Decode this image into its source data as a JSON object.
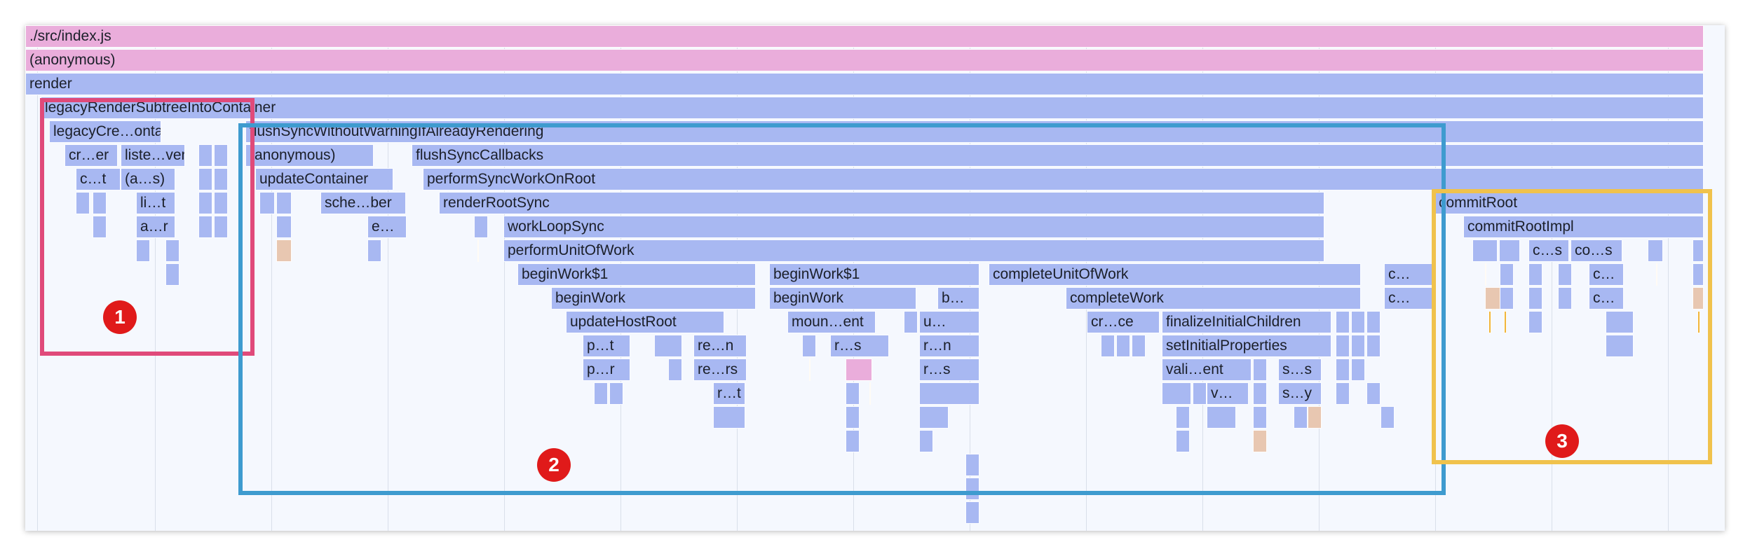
{
  "flamegraph": {
    "rows": [
      [
        {
          "label": "./src/index.js",
          "c": "pink"
        }
      ],
      [
        {
          "label": "(anonymous)",
          "c": "pink"
        }
      ],
      [
        {
          "label": "render",
          "c": "blue"
        }
      ],
      [
        {
          "label": "legacyRenderSubtreeIntoContainer",
          "c": "blue"
        }
      ],
      [
        {
          "label": "legacyCre…ontainer",
          "c": "blue"
        },
        {
          "label": "flushSyncWithoutWarningIfAlreadyRendering",
          "c": "blue"
        }
      ],
      [
        {
          "label": "cr…er",
          "c": "blue"
        },
        {
          "label": "liste…vents",
          "c": "blue"
        },
        {
          "label": "",
          "c": "blue"
        },
        {
          "label": "",
          "c": "blue"
        },
        {
          "label": "(anonymous)",
          "c": "blue"
        },
        {
          "label": "flushSyncCallbacks",
          "c": "blue"
        }
      ],
      [
        {
          "label": "c…t",
          "c": "blue"
        },
        {
          "label": "(a…s)",
          "c": "blue"
        },
        {
          "label": "",
          "c": "blue"
        },
        {
          "label": "",
          "c": "blue"
        },
        {
          "label": "updateContainer",
          "c": "blue"
        },
        {
          "label": "performSyncWorkOnRoot",
          "c": "blue"
        }
      ],
      [
        {
          "label": "",
          "c": "blue"
        },
        {
          "label": "",
          "c": "blue"
        },
        {
          "label": "li…t",
          "c": "blue"
        },
        {
          "label": "",
          "c": "blue"
        },
        {
          "label": "",
          "c": "blue"
        },
        {
          "label": "",
          "c": "blue"
        },
        {
          "label": "",
          "c": "blue"
        },
        {
          "label": "sche…ber",
          "c": "blue"
        },
        {
          "label": "renderRootSync",
          "c": "blue"
        },
        {
          "label": "commitRoot",
          "c": "blue"
        }
      ],
      [
        {
          "label": "",
          "c": "blue"
        },
        {
          "label": "a…r",
          "c": "blue"
        },
        {
          "label": "",
          "c": "blue"
        },
        {
          "label": "",
          "c": "blue"
        },
        {
          "label": "",
          "c": "blue"
        },
        {
          "label": "e…",
          "c": "blue"
        },
        {
          "label": "",
          "c": "blue"
        },
        {
          "label": "workLoopSync",
          "c": "blue"
        },
        {
          "label": "commitRootImpl",
          "c": "blue"
        }
      ],
      [
        {
          "label": "",
          "c": "blue"
        },
        {
          "label": "",
          "c": "blue"
        },
        {
          "label": "",
          "c": "tan"
        },
        {
          "label": "",
          "c": "blue"
        },
        {
          "label": "",
          "c": "gold"
        },
        {
          "label": "performUnitOfWork",
          "c": "blue"
        },
        {
          "label": "",
          "c": "blue"
        },
        {
          "label": "",
          "c": "blue"
        },
        {
          "label": "c…s",
          "c": "blue"
        },
        {
          "label": "co…s",
          "c": "blue"
        },
        {
          "label": "",
          "c": "blue"
        },
        {
          "label": "",
          "c": "blue"
        }
      ],
      [
        {
          "label": "",
          "c": "blue"
        },
        {
          "label": "beginWork$1",
          "c": "blue"
        },
        {
          "label": "beginWork$1",
          "c": "blue"
        },
        {
          "label": "completeUnitOfWork",
          "c": "blue"
        },
        {
          "label": "c…",
          "c": "blue"
        },
        {
          "label": "",
          "c": "gold"
        },
        {
          "label": "",
          "c": "blue"
        },
        {
          "label": "",
          "c": "blue"
        },
        {
          "label": "",
          "c": "blue"
        },
        {
          "label": "c…",
          "c": "blue"
        },
        {
          "label": "",
          "c": "gold"
        },
        {
          "label": "",
          "c": "blue"
        }
      ],
      [
        {
          "label": "beginWork",
          "c": "blue"
        },
        {
          "label": "beginWork",
          "c": "blue"
        },
        {
          "label": "b…",
          "c": "blue"
        },
        {
          "label": "completeWork",
          "c": "blue"
        },
        {
          "label": "c…",
          "c": "blue"
        },
        {
          "label": "",
          "c": "tan"
        },
        {
          "label": "",
          "c": "blue"
        },
        {
          "label": "",
          "c": "blue"
        },
        {
          "label": "",
          "c": "blue"
        },
        {
          "label": "c…",
          "c": "blue"
        },
        {
          "label": "",
          "c": "tan"
        }
      ],
      [
        {
          "label": "updateHostRoot",
          "c": "blue"
        },
        {
          "label": "moun…ent",
          "c": "blue"
        },
        {
          "label": "",
          "c": "blue"
        },
        {
          "label": "u…",
          "c": "blue"
        },
        {
          "label": "cr…ce",
          "c": "blue"
        },
        {
          "label": "finalizeInitialChildren",
          "c": "blue"
        },
        {
          "label": "",
          "c": "blue"
        },
        {
          "label": "",
          "c": "blue"
        },
        {
          "label": "",
          "c": "blue"
        },
        {
          "label": "",
          "c": "gold"
        },
        {
          "label": "",
          "c": "gold"
        },
        {
          "label": "",
          "c": "blue"
        },
        {
          "label": "",
          "c": "blue"
        },
        {
          "label": "",
          "c": "gold"
        }
      ],
      [
        {
          "label": "p…t",
          "c": "blue"
        },
        {
          "label": "",
          "c": "blue"
        },
        {
          "label": "re…n",
          "c": "blue"
        },
        {
          "label": "",
          "c": "blue"
        },
        {
          "label": "r…s",
          "c": "blue"
        },
        {
          "label": "r…n",
          "c": "blue"
        },
        {
          "label": "",
          "c": "blue"
        },
        {
          "label": "",
          "c": "blue"
        },
        {
          "label": "",
          "c": "blue"
        },
        {
          "label": "setInitialProperties",
          "c": "blue"
        },
        {
          "label": "",
          "c": "blue"
        },
        {
          "label": "",
          "c": "blue"
        },
        {
          "label": "",
          "c": "blue"
        },
        {
          "label": "",
          "c": "blue"
        }
      ],
      [
        {
          "label": "p…r",
          "c": "blue"
        },
        {
          "label": "",
          "c": "blue"
        },
        {
          "label": "re…rs",
          "c": "blue"
        },
        {
          "label": "",
          "c": "gold"
        },
        {
          "label": "",
          "c": "pink"
        },
        {
          "label": "r…s",
          "c": "blue"
        },
        {
          "label": "vali…ent",
          "c": "blue"
        },
        {
          "label": "",
          "c": "blue"
        },
        {
          "label": "s…s",
          "c": "blue"
        },
        {
          "label": "",
          "c": "blue"
        },
        {
          "label": "",
          "c": "blue"
        }
      ],
      [
        {
          "label": "",
          "c": "blue"
        },
        {
          "label": "",
          "c": "blue"
        },
        {
          "label": "r…t",
          "c": "blue"
        },
        {
          "label": "",
          "c": "blue"
        },
        {
          "label": "",
          "c": "gold"
        },
        {
          "label": "",
          "c": "blue"
        },
        {
          "label": "",
          "c": "blue"
        },
        {
          "label": "",
          "c": "blue"
        },
        {
          "label": "v…",
          "c": "blue"
        },
        {
          "label": "",
          "c": "blue"
        },
        {
          "label": "s…y",
          "c": "blue"
        },
        {
          "label": "",
          "c": "blue"
        },
        {
          "label": "",
          "c": "blue"
        }
      ],
      [
        {
          "label": "",
          "c": "blue"
        },
        {
          "label": "",
          "c": "blue"
        },
        {
          "label": "",
          "c": "blue"
        },
        {
          "label": "",
          "c": "blue"
        },
        {
          "label": "",
          "c": "blue"
        },
        {
          "label": "",
          "c": "blue"
        },
        {
          "label": "",
          "c": "blue"
        },
        {
          "label": "",
          "c": "tan"
        },
        {
          "label": "",
          "c": "blue"
        }
      ],
      [
        {
          "label": "",
          "c": "blue"
        },
        {
          "label": "",
          "c": "blue"
        },
        {
          "label": "",
          "c": "blue"
        },
        {
          "label": "",
          "c": "tan"
        }
      ],
      [
        {
          "label": "",
          "c": "blue"
        }
      ],
      [
        {
          "label": "",
          "c": "blue"
        }
      ],
      [
        {
          "label": "",
          "c": "blue"
        }
      ]
    ]
  },
  "highlights": [
    {
      "badge": "1",
      "color": "#e04a7a"
    },
    {
      "badge": "2",
      "color": "#3e9bcf"
    },
    {
      "badge": "3",
      "color": "#f0c24c"
    }
  ]
}
